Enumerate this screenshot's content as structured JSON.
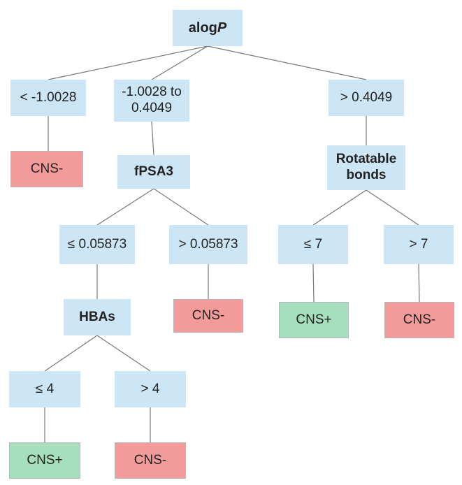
{
  "root": {
    "label_prefix": "alog",
    "label_italic": "P"
  },
  "level1": [
    {
      "id": "n_lt",
      "label": "< -1.0028"
    },
    {
      "id": "n_mid",
      "label": "-1.0028 to 0.4049"
    },
    {
      "id": "n_gt",
      "label": "> 0.4049"
    }
  ],
  "splits": {
    "fpsa3": "fPSA3",
    "rotatable": "Rotatable bonds",
    "hbas": "HBAs"
  },
  "conditions": {
    "fpsa_le": "≤ 0.05873",
    "fpsa_gt": "> 0.05873",
    "rot_le": "≤ 7",
    "rot_gt": "> 7",
    "hba_le": "≤ 4",
    "hba_gt": "> 4"
  },
  "leaves": {
    "lt": "CNS-",
    "fpsa_gt": "CNS-",
    "rot_le": "CNS+",
    "rot_gt": "CNS-",
    "hba_le": "CNS+",
    "hba_gt": "CNS-"
  },
  "colors": {
    "decision": "#cde6f5",
    "cns_minus": "#f39b9b",
    "cns_plus": "#a6dfbe",
    "edge": "#777777"
  }
}
